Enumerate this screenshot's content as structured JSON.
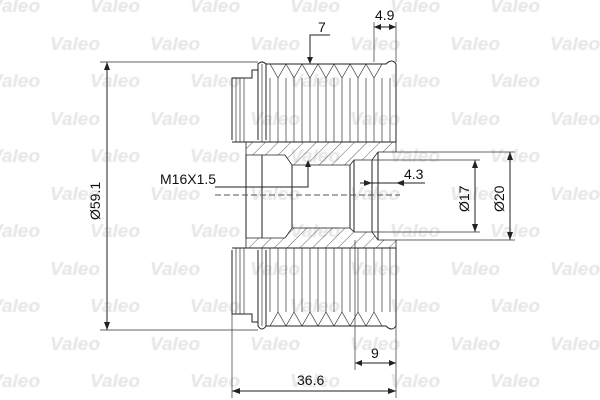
{
  "watermark": "Valeo",
  "dimensions": {
    "groove_count": "7",
    "rib_pitch_width": "4.9",
    "thread": "M16X1.5",
    "recess_depth": "4.3",
    "outer_diameter": "Ø59.1",
    "bore_diameter_17": "Ø17",
    "bore_diameter_20": "Ø20",
    "recess_length": "9",
    "overall_length": "36.6"
  }
}
